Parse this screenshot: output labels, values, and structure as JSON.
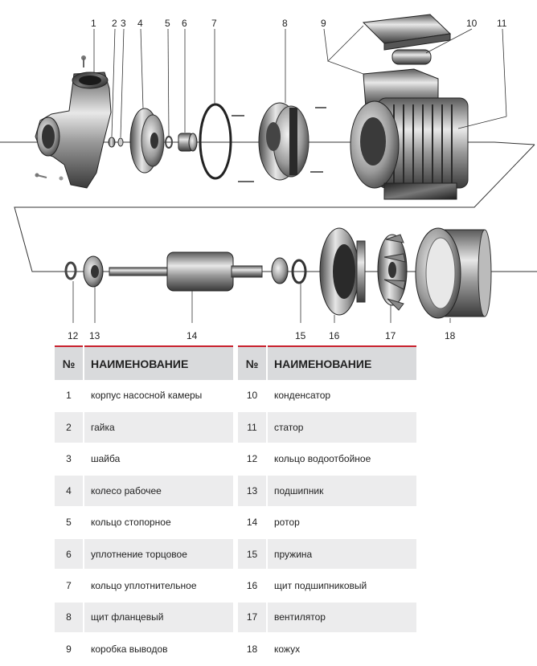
{
  "callouts": [
    "1",
    "2",
    "3",
    "4",
    "5",
    "6",
    "7",
    "8",
    "9",
    "10",
    "11",
    "12",
    "13",
    "14",
    "15",
    "16",
    "17",
    "18"
  ],
  "table": {
    "num_header": "№",
    "name_header": "НАИМЕНОВАНИЕ",
    "left_rows": [
      {
        "num": "1",
        "name": "корпус насосной камеры"
      },
      {
        "num": "2",
        "name": "гайка"
      },
      {
        "num": "3",
        "name": "шайба"
      },
      {
        "num": "4",
        "name": "колесо рабочее"
      },
      {
        "num": "5",
        "name": "кольцо стопорное"
      },
      {
        "num": "6",
        "name": "уплотнение торцовое"
      },
      {
        "num": "7",
        "name": "кольцо уплотнительное"
      },
      {
        "num": "8",
        "name": "щит фланцевый"
      },
      {
        "num": "9",
        "name": "коробка выводов"
      }
    ],
    "right_rows": [
      {
        "num": "10",
        "name": "конденсатор"
      },
      {
        "num": "11",
        "name": "статор"
      },
      {
        "num": "12",
        "name": "кольцо водоотбойное"
      },
      {
        "num": "13",
        "name": "подшипник"
      },
      {
        "num": "14",
        "name": "ротор"
      },
      {
        "num": "15",
        "name": "пружина"
      },
      {
        "num": "16",
        "name": "щит подшипниковый"
      },
      {
        "num": "17",
        "name": "вентилятор"
      },
      {
        "num": "18",
        "name": "кожух"
      }
    ]
  },
  "colors": {
    "accent": "#c8202c",
    "header_bg": "#d9dadc",
    "stripe_bg": "#ececed",
    "metal_dark": "#3a3a3a",
    "metal_light": "#d8d8d8"
  }
}
